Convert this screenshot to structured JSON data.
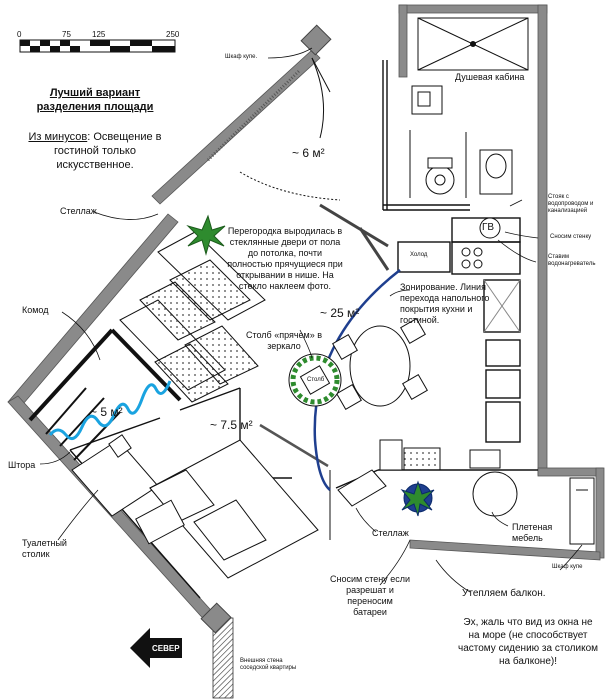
{
  "scale": {
    "ticks": [
      "0",
      "75",
      "125",
      "250"
    ]
  },
  "title": {
    "line1": "Лучший вариант",
    "line2": "разделения площади"
  },
  "minus_note": {
    "prefix": "Из минусов",
    "text": ": Освещение в гостиной только искусственное."
  },
  "areas": {
    "bath": "~ 6 м²",
    "living": "~ 25 м²",
    "dressing": "~ 5 м²",
    "bedroom": "~ 7.5 м²"
  },
  "labels": {
    "wardrobe_top": "Шкаф купе.",
    "shower": "Душевая кабина",
    "stand_pipes": "Стояк с водопроводом и канализацией",
    "gv": "ГВ",
    "remove_wall_top": "Сносим стенку",
    "water_heater": "Ставим водонагреватель",
    "fridge": "Холод",
    "shelf_top": "Стеллаж",
    "partition": "Перегородка выродилась в стеклянные двери от пола до потолка, почти полностью прячущиеся при открывании в нише. На стекло наклеем фото.",
    "zoning": "Зонирование. Линия перехода напольного покрытия кухни и гостиной.",
    "dresser": "Комод",
    "pillar": "Столб «прячем» в зеркало",
    "pillar_tag": "Столб",
    "curtain": "Штора",
    "vanity_line1": "Туалетный",
    "vanity_line2": "столик",
    "shelf_bottom": "Стеллаж",
    "wicker": "Плетеная мебель",
    "wardrobe_balcony": "Шкаф купе",
    "remove_wall_bottom": "Сносим стену если разрешат и переносим батареи",
    "insulate": "Утепляем балкон.",
    "north": "СЕВЕР",
    "outer_wall": "Внешняя стена соседской квартиры",
    "sea_note": "Эх, жаль что вид из окна не на море (не способствует частому сидению за столиком на балконе)!"
  },
  "colors": {
    "wall": "#8a8a8a",
    "line": "#111111",
    "zoning_line": "#1f3f8f",
    "curtain": "#1aa3e0",
    "plant": "#2e8b2e"
  }
}
